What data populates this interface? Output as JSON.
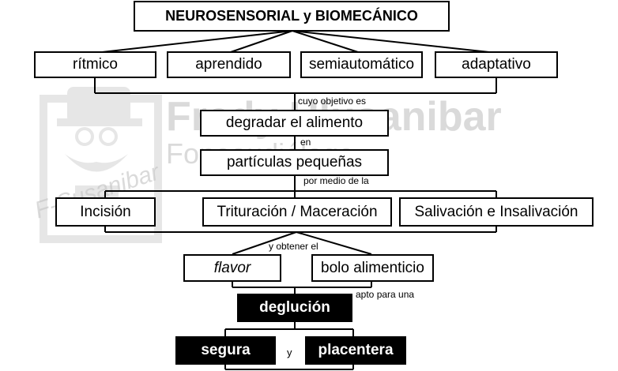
{
  "diagram": {
    "title": "NEUROSENSORIAL y BIOMECÁNICO",
    "characteristics": [
      "rítmico",
      "aprendido",
      "semiautomático",
      "adaptativo"
    ],
    "objective_connector": "cuyo objetivo es",
    "objective": "degradar el alimento",
    "en_connector": "en",
    "particles": "partículas pequeñas",
    "means_connector": "por medio de la",
    "processes": [
      "Incisión",
      "Trituración / Maceración",
      "Salivación e Insalivación"
    ],
    "obtain_connector": "y obtener el",
    "products": [
      "flavor",
      "bolo alimenticio"
    ],
    "apt_connector": "apto para una",
    "swallow": "deglución",
    "qualities": [
      "segura",
      "placentera"
    ],
    "and_connector": "y"
  },
  "watermark": {
    "name": "Fredy Ulusanibar",
    "profession": "Fonoaudiólogo",
    "signature": "F-Susanibar"
  }
}
